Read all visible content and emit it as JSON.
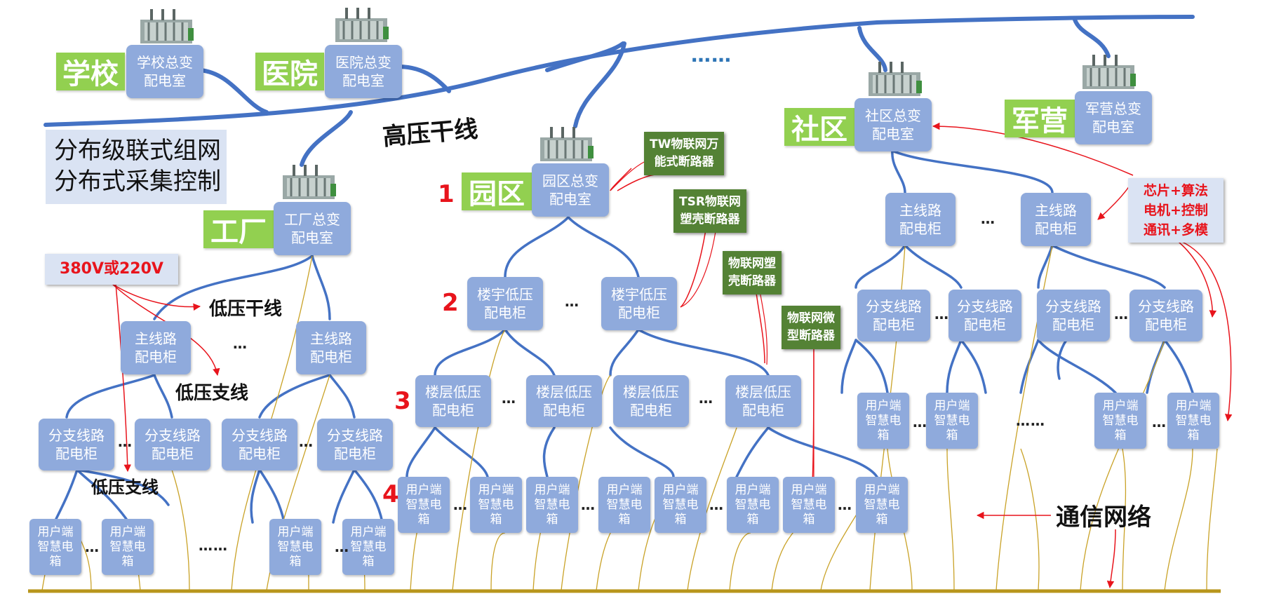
{
  "title_block": {
    "line1": "分布级联式组网",
    "line2": "分布式采集控制"
  },
  "area_tags": {
    "school": "学校",
    "hospital": "医院",
    "factory": "工厂",
    "park": "园区",
    "community": "社区",
    "barracks": "军营"
  },
  "substations": {
    "school": [
      "学校总变",
      "配电室"
    ],
    "hospital": [
      "医院总变",
      "配电室"
    ],
    "factory": [
      "工厂总变",
      "配电室"
    ],
    "park": [
      "园区总变",
      "配电室"
    ],
    "community": [
      "社区总变",
      "配电室"
    ],
    "barracks": [
      "军营总变",
      "配电室"
    ]
  },
  "main_cabinet": [
    "主线路",
    "配电柜"
  ],
  "branch_cabinet": [
    "分支线路",
    "配电柜"
  ],
  "building_cabinet": [
    "楼宇低压",
    "配电柜"
  ],
  "floor_cabinet": [
    "楼层低压",
    "配电柜"
  ],
  "user_box": [
    "用户端",
    "智慧电",
    "箱"
  ],
  "labels": {
    "hv_trunk": "高压干线",
    "lv_trunk": "低压干线",
    "lv_branch_1": "低压支线",
    "lv_branch_2": "低压支线",
    "comm_network": "通信网络",
    "voltage": "380V或220V",
    "ellipsis_top": "……",
    "ellipsis": "…",
    "ellipsis_long": "……"
  },
  "breakers": {
    "tw": [
      "TW物联网万",
      "能式断路器"
    ],
    "tsr": [
      "TSR物联网",
      "塑壳断路器"
    ],
    "iot_mccb": [
      "物联网塑",
      "壳断路器"
    ],
    "iot_mcb": [
      "物联网微",
      "型断路器"
    ]
  },
  "chip_note": [
    "芯片+算法",
    "电机+控制",
    "通讯+多模"
  ],
  "levels": [
    "1",
    "2",
    "3",
    "4"
  ],
  "colors": {
    "cabinet": "#8faadc",
    "tag_green": "#92d050",
    "breaker_green": "#548235",
    "wire": "#4472c4",
    "comm_wire": "#c9a227",
    "annotation_red": "#e8141c"
  }
}
